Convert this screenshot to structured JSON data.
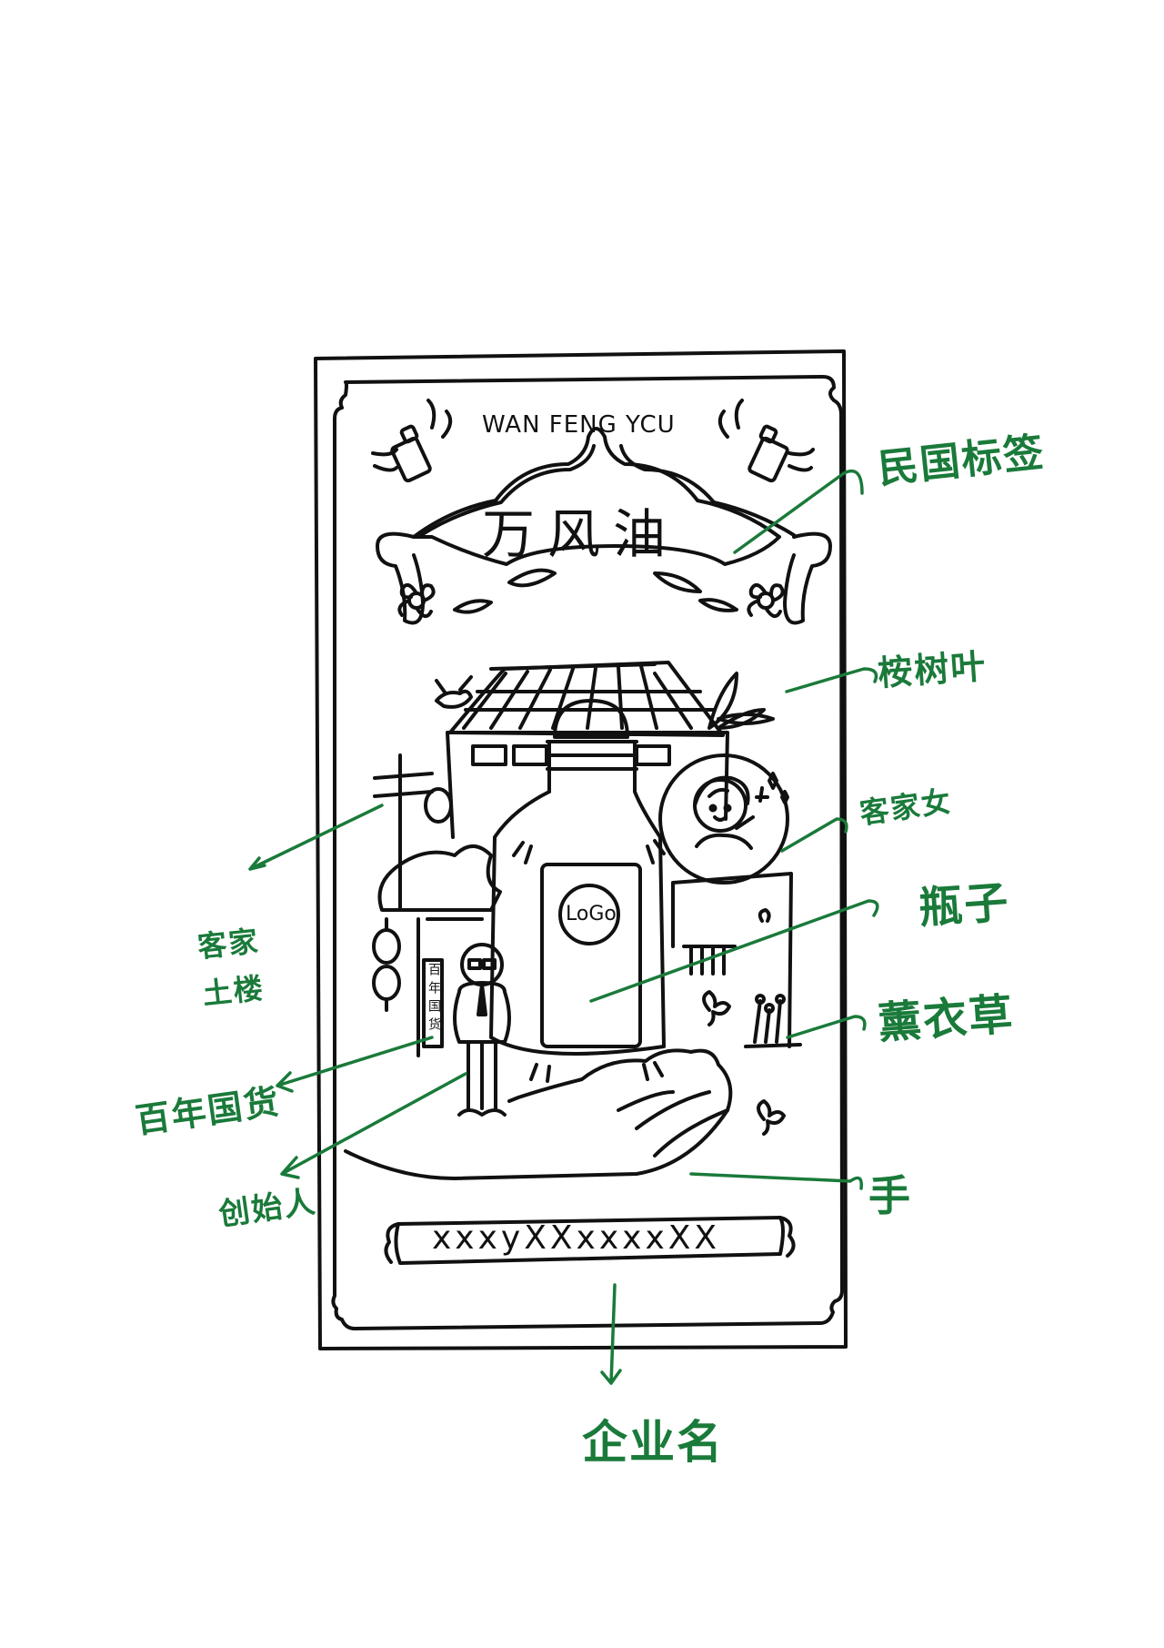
{
  "artwork": {
    "type": "hand-drawn packaging label sketch",
    "stroke_color": "#111111",
    "annotation_color": "#1a7a3a",
    "background": "#ffffff"
  },
  "label": {
    "title_pinyin": "WAN FENG YCU",
    "title_chinese": "万风油",
    "bottle_logo": "LoGo",
    "vertical_sign": "百年国货",
    "company_placeholder": "xxxyXXxxxxXX"
  },
  "annotations": [
    {
      "id": "republic-label",
      "text": "民国标签"
    },
    {
      "id": "eucalyptus-leaf",
      "text": "桉树叶"
    },
    {
      "id": "hakka-girl",
      "text": "客家女"
    },
    {
      "id": "bottle",
      "text": "瓶子"
    },
    {
      "id": "lavender",
      "text": "薰衣草"
    },
    {
      "id": "hand",
      "text": "手"
    },
    {
      "id": "hakka-tulou",
      "text": "客家土楼"
    },
    {
      "id": "century-brand",
      "text": "百年国货"
    },
    {
      "id": "founder",
      "text": "创始人"
    },
    {
      "id": "company-name",
      "text": "企业名"
    }
  ]
}
